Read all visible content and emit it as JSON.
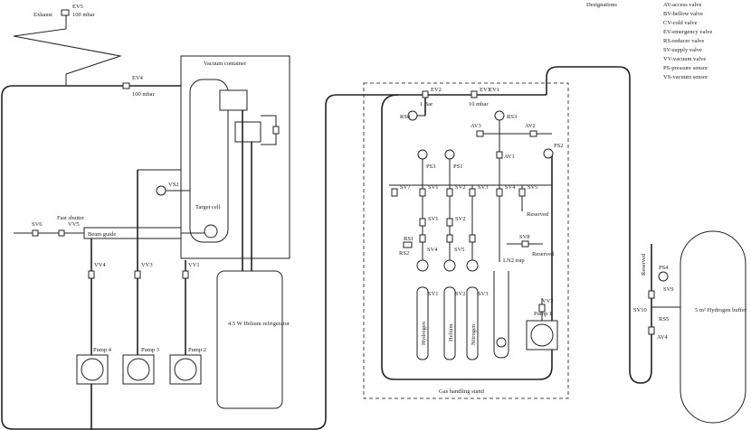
{
  "labels": {
    "ev5": "EV5",
    "exhaust": "Exhaust",
    "ev5_pressure": "100 mbar",
    "ev4": "EV4",
    "ev4_pressure": "100 mbar",
    "vacuum_container": "Vacuum container",
    "ev2": "EV2",
    "ev3": "EV3",
    "v_1bar": "1 Bar",
    "v_10mbar": "10 mbar",
    "rs4": "RS4",
    "rs3": "RS3",
    "av1": "AV1",
    "av2": "AV2",
    "av3": "AV3",
    "ps2": "PS2",
    "ps3": "PS3",
    "ps1": "PS1",
    "vs2": "VS2",
    "target_cell": "Target cell",
    "vv3": "VV3",
    "vv1": "VV1",
    "vv2": "VV2",
    "vv4": "VV4",
    "vv5": "VV5",
    "fast_shutter": "Fast shutter",
    "sv6": "SV6",
    "beam_guide": "Beam guide",
    "pump4": "Pump 4",
    "pump3": "Pump 3",
    "pump2": "Pump 2",
    "pump1": "Pump 1",
    "helium_refrigerator": "4.5 W Helium refrigerator",
    "sv7": "SV7",
    "sv1": "SV1",
    "sv2": "SV2",
    "sv3": "SV3",
    "sv4": "SV4",
    "sv5": "SV5",
    "sv8": "SV8",
    "reserved": "Reserved",
    "rs1": "RS1",
    "rs2": "RS2",
    "hydrogen": "Hydrogen",
    "helium": "Helium",
    "nitrogen": "Nitrogen",
    "ln2_trap": "LN2 trap",
    "gas_handling_stand": "Gas handling stand",
    "ps4": "PS4",
    "hydrogen_buffer": "5 m³ Hydrogen buffer",
    "sv9": "SV9",
    "sv10": "SV10",
    "rs5": "RS5",
    "av4": "AV4",
    "ev1": "EV1"
  },
  "legend": {
    "title": "Designations",
    "items": [
      "AV-access valve",
      "BV-bellow valve",
      "CV-cold valve",
      "EV-emergency valve",
      "RS-reducer valve",
      "SV-supply valve",
      "VV-vacuum valve",
      "PS-pressure sensor",
      "VS-vacuum sensor"
    ]
  }
}
